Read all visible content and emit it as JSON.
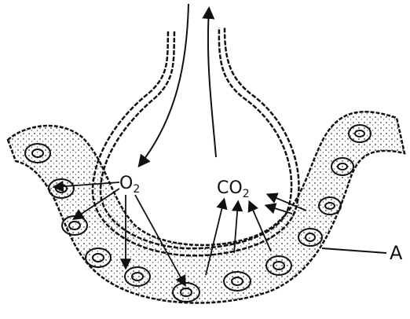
{
  "labels": {
    "oxygen": "O",
    "oxygen_sub": "2",
    "carbon_dioxide": "CO",
    "carbon_dioxide_sub": "2",
    "pointer": "A"
  },
  "colors": {
    "ink": "#111111",
    "paper": "#ffffff"
  }
}
